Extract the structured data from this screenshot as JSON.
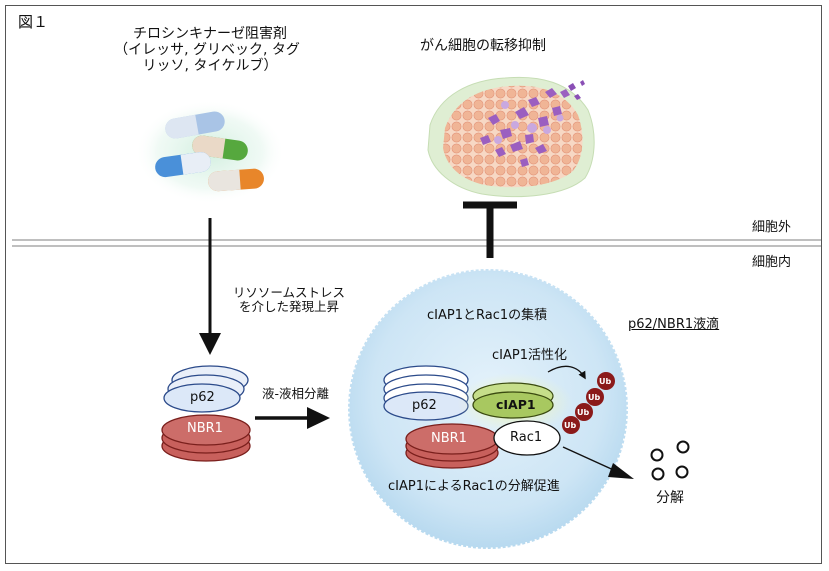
{
  "figure_label": "図１",
  "drugs": {
    "line1": "チロシンキナーゼ阻害剤",
    "line2": "（イレッサ, グリベック, タグ",
    "line3": "リッソ, タイケルブ）"
  },
  "metastasis_label": "がん細胞の転移抑制",
  "extracellular_label": "細胞外",
  "intracellular_label": "細胞内",
  "stress": {
    "line1": "リソソームストレス",
    "line2": "を介した発現上昇"
  },
  "p62_label": "p62",
  "nbr1_label": "NBR1",
  "phase_sep_label": "液-液相分離",
  "accumulation_label": "cIAP1とRac1の集積",
  "droplet_label": "p62/NBR1液滴",
  "activation_label": "cIAP1活性化",
  "droplet_p62_label": "p62",
  "droplet_ciap1_label": "cIAP1",
  "droplet_nbr1_label": "NBR1",
  "droplet_rac1_label": "Rac1",
  "ub_label": "Ub",
  "degradation_promo_label": "cIAP1によるRac1の分解促進",
  "degradation_label": "分解",
  "colors": {
    "droplet_fill": "#cfe6f5",
    "p62_fill": "#dce8f8",
    "nbr1_fill": "#c8605c",
    "ciap1_fill": "#a8c860",
    "ub_fill": "#8b1a1a"
  }
}
